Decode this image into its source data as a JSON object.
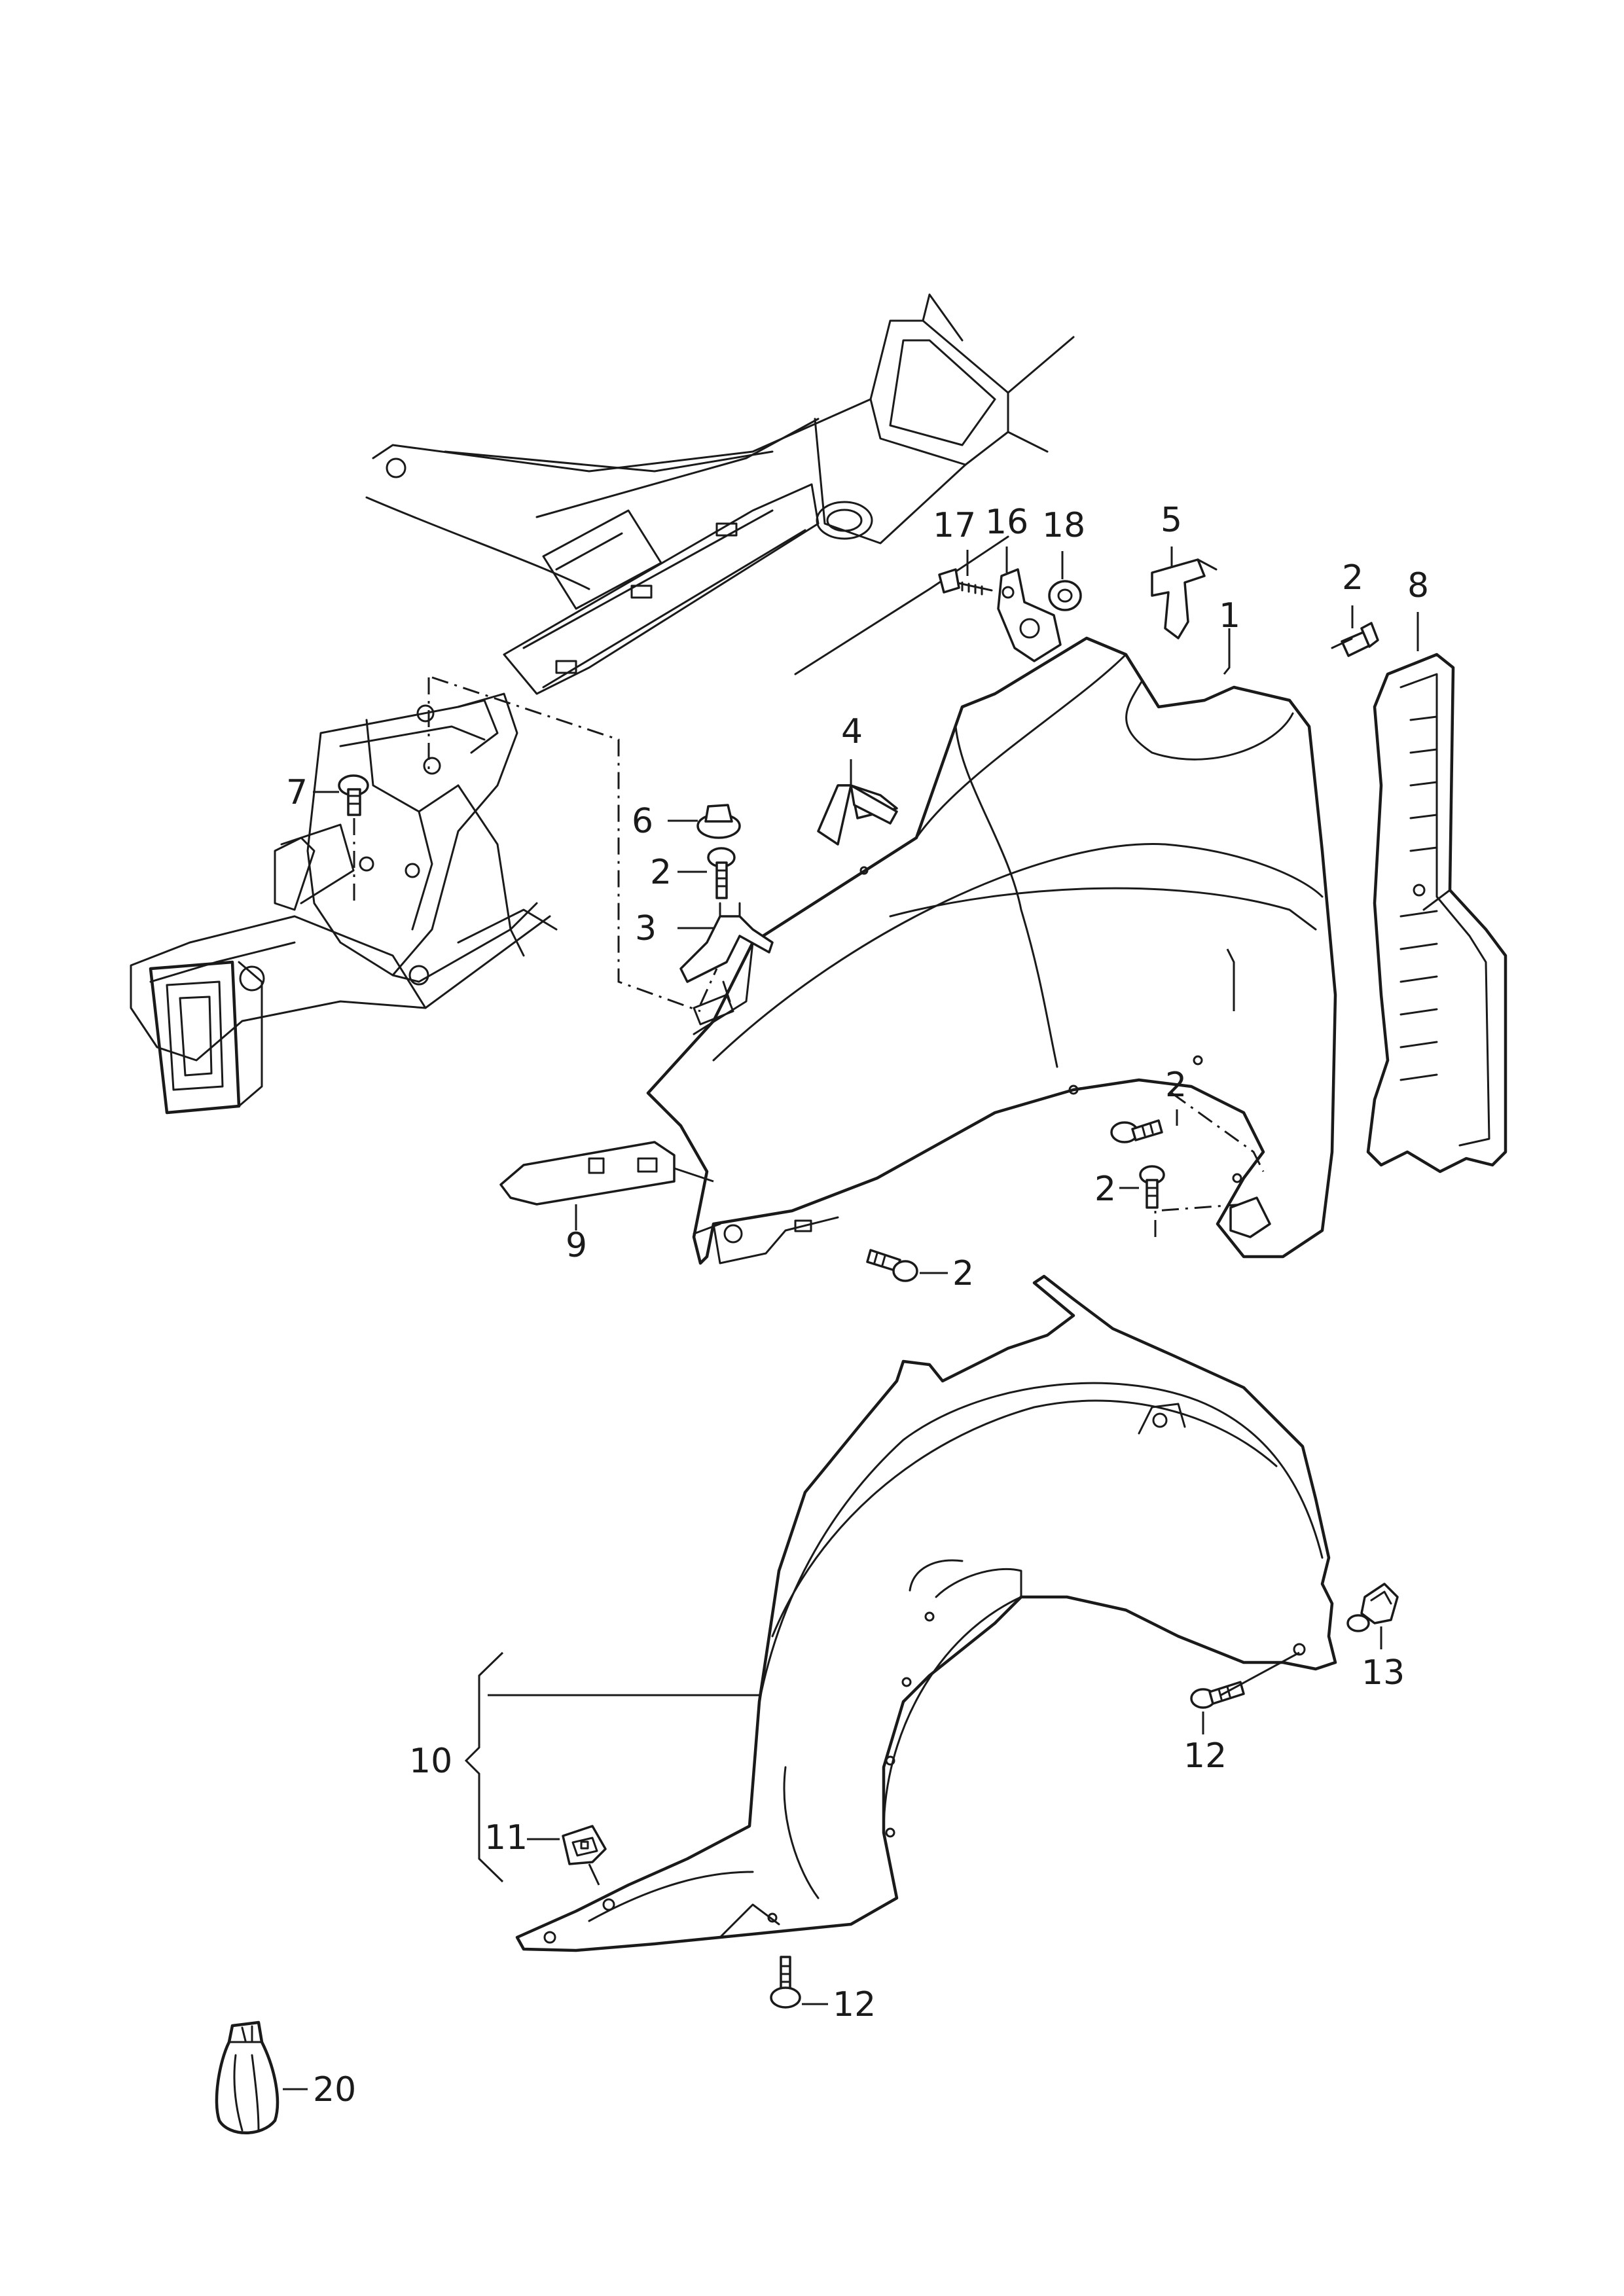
{
  "callouts": {
    "c1": "1",
    "c2a": "2",
    "c2b": "2",
    "c2c": "2",
    "c2d": "2",
    "c2e": "2",
    "c3": "3",
    "c4": "4",
    "c5": "5",
    "c6": "6",
    "c7": "7",
    "c8": "8",
    "c9": "9",
    "c10": "10",
    "c11": "11",
    "c12a": "12",
    "c12b": "12",
    "c13": "13",
    "c16": "16",
    "c17": "17",
    "c18": "18",
    "c20": "20"
  }
}
